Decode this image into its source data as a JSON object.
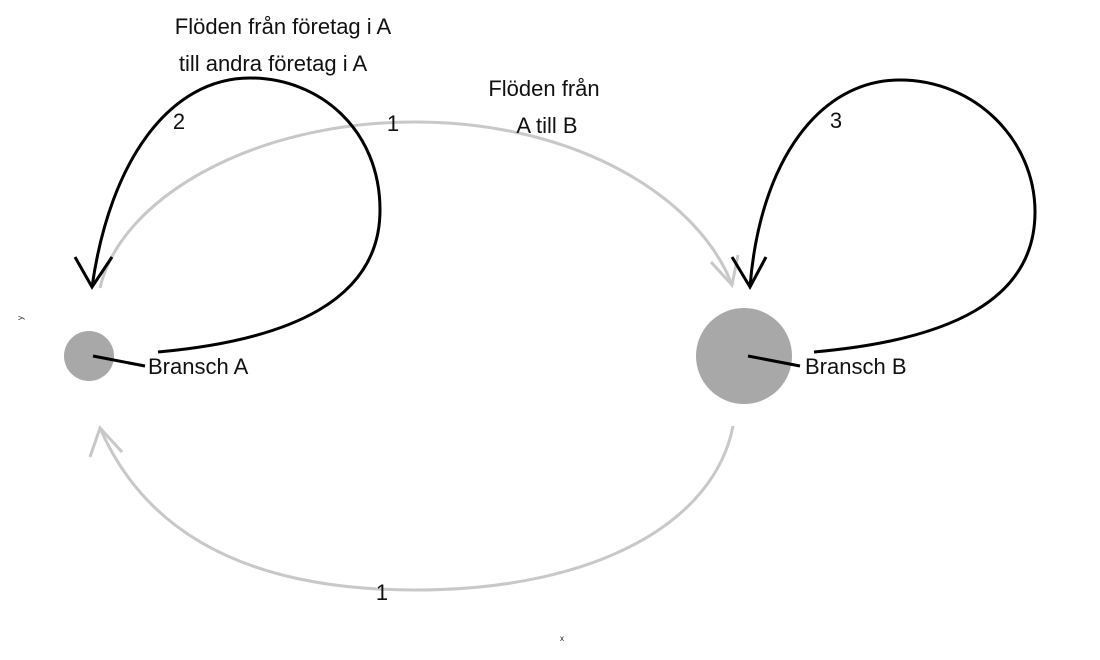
{
  "colors": {
    "background": "#ffffff",
    "node": "#a8a8a8",
    "flow_between": "#c8c8c8",
    "flow_within": "#000000",
    "text": "#111111"
  },
  "axes": {
    "x": "x",
    "y": "y"
  },
  "nodes": [
    {
      "id": "A",
      "label": "Bransch A"
    },
    {
      "id": "B",
      "label": "Bransch B"
    }
  ],
  "edges": [
    {
      "id": "a-to-a",
      "from": "A",
      "to": "A",
      "weight": "2"
    },
    {
      "id": "a-to-b",
      "from": "A",
      "to": "B",
      "weight": "1"
    },
    {
      "id": "b-to-b",
      "from": "B",
      "to": "B",
      "weight": "3"
    },
    {
      "id": "b-to-a",
      "from": "B",
      "to": "A",
      "weight": "1"
    }
  ],
  "annotations": {
    "within_a": [
      "Flöden från företag i A",
      "till andra företag i A"
    ],
    "a_to_b": [
      "Flöden från",
      "A till B"
    ]
  }
}
